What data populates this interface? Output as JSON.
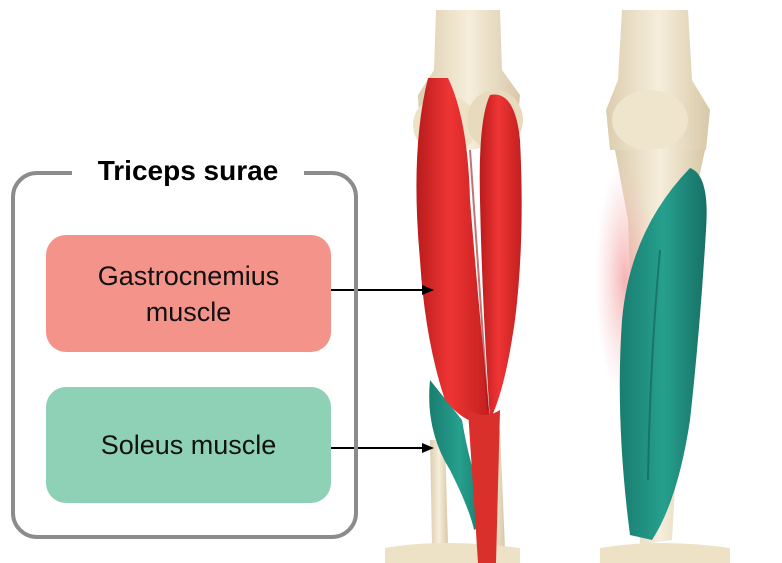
{
  "group": {
    "title": "Triceps surae"
  },
  "labels": {
    "gastrocnemius": "Gastrocnemius muscle",
    "soleus": "Soleus muscle"
  },
  "colors": {
    "gastrocnemius_box": "#f4938a",
    "soleus_box": "#8ed1b6",
    "gastrocnemius_muscle": "#e02a2a",
    "soleus_muscle": "#1f8f80",
    "bone": "#efe3c8",
    "frame": "#8c8c8c"
  },
  "icons": [
    "leg-posterior-view-illustration",
    "leg-lateral-view-illustration",
    "arrow-right-icon"
  ]
}
